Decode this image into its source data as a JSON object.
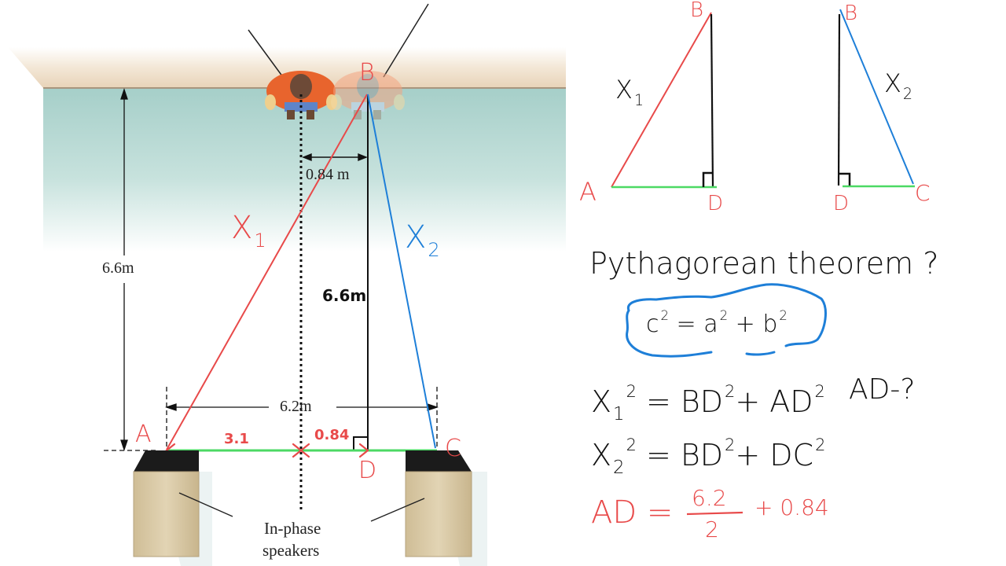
{
  "figure": {
    "labels": {
      "wall_height": "6.6m",
      "offset": "0.84 m",
      "speaker_separation": "6.2m",
      "speakers_caption_line1": "In-phase",
      "speakers_caption_line2": "speakers"
    },
    "annotations": {
      "point_A": "A",
      "point_B": "B",
      "point_C": "C",
      "point_D": "D",
      "x1_letter": "X",
      "x1_index": "1",
      "x2_letter": "X",
      "x2_index": "2",
      "bd_length": "6.6m",
      "half_separation": "3.1",
      "offset_small": "0.84"
    },
    "colors": {
      "x1_line": "#e84a4a",
      "x2_line": "#1e7fd8",
      "baseline": "#4cd964",
      "wall_top": "#ead8bf",
      "floor": "#a8d3cc",
      "speaker_top": "#1b1b1b",
      "speaker_body": "#d9c9a5"
    }
  },
  "triangles": {
    "left": {
      "A": "A",
      "B": "B",
      "D": "D",
      "hyp_letter": "X",
      "hyp_index": "1"
    },
    "right": {
      "B": "B",
      "D": "D",
      "C": "C",
      "hyp_letter": "X",
      "hyp_index": "2"
    }
  },
  "notes": {
    "heading": "Pythagorean theorem",
    "heading_mark": "?",
    "formula": {
      "c": "c",
      "a": "a",
      "b": "b",
      "exp": "2",
      "eq": "=",
      "plus": "+"
    },
    "eq1": {
      "lhs": "X",
      "lhs_sub": "1",
      "exp": "2",
      "rhs1": "BD",
      "rhs2": "AD",
      "eq": "=",
      "plus": "+"
    },
    "question": "AD-?",
    "eq2": {
      "lhs": "X",
      "lhs_sub": "2",
      "exp": "2",
      "rhs1": "BD",
      "rhs2": "DC",
      "eq": "=",
      "plus": "+"
    },
    "eq3": {
      "lhs": "AD",
      "eq": "=",
      "numerator": "6.2",
      "denominator": "2",
      "tail": "+ 0.84"
    }
  }
}
